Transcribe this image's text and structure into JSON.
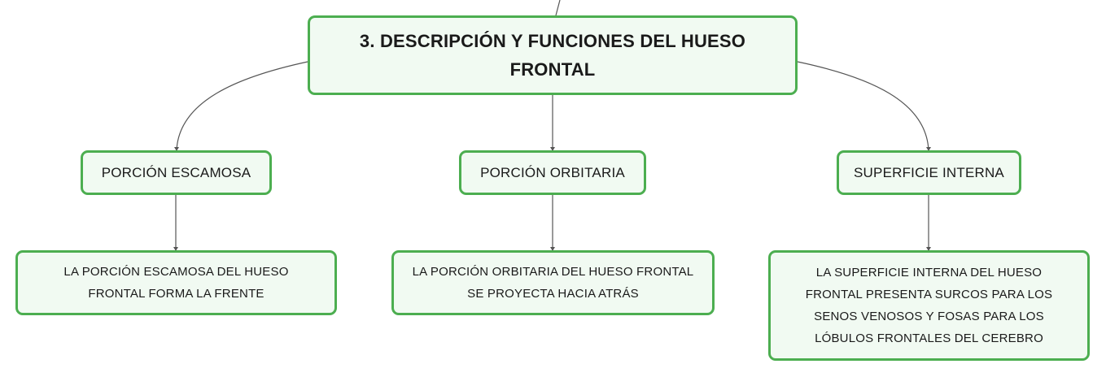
{
  "diagram": {
    "root": {
      "label": "3. DESCRIPCIÓN Y FUNCIONES DEL HUESO FRONTAL"
    },
    "branches": [
      {
        "label": "PORCIÓN ESCAMOSA",
        "detail": "LA PORCIÓN ESCAMOSA DEL HUESO FRONTAL FORMA LA FRENTE"
      },
      {
        "label": "PORCIÓN ORBITARIA",
        "detail": "LA PORCIÓN ORBITARIA DEL HUESO FRONTAL SE PROYECTA HACIA ATRÁS"
      },
      {
        "label": "SUPERFICIE INTERNA",
        "detail": "LA SUPERFICIE INTERNA DEL HUESO FRONTAL PRESENTA SURCOS PARA LOS SENOS VENOSOS Y FOSAS PARA LOS LÓBULOS FRONTALES DEL CEREBRO"
      }
    ],
    "colors": {
      "node_border": "#4cae50",
      "node_fill": "#f1faf2",
      "connector": "#555555",
      "text": "#1a1a1a"
    }
  }
}
